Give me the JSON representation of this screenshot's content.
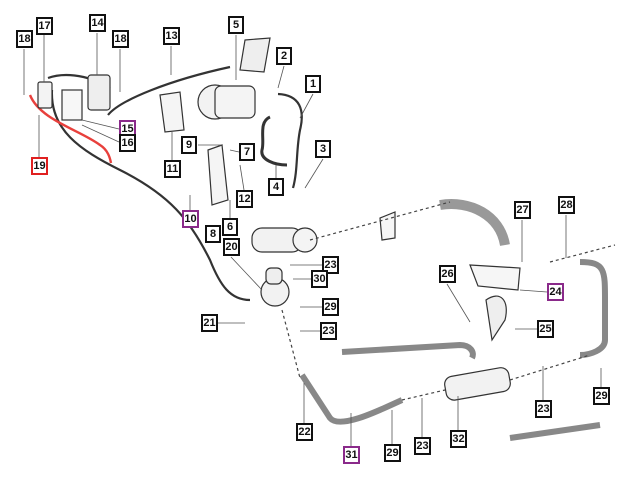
{
  "diagram": {
    "title": "",
    "colors": {
      "default": "#111111",
      "highlight_purple": "#8a2a8a",
      "highlight_red": "#e02020",
      "hose_red": "#e8403c"
    },
    "callouts": [
      {
        "label": "17",
        "style": "default"
      },
      {
        "label": "14",
        "style": "default"
      },
      {
        "label": "18",
        "style": "default"
      },
      {
        "label": "18",
        "style": "default"
      },
      {
        "label": "13",
        "style": "default"
      },
      {
        "label": "5",
        "style": "default"
      },
      {
        "label": "2",
        "style": "default"
      },
      {
        "label": "1",
        "style": "default"
      },
      {
        "label": "15",
        "style": "purple"
      },
      {
        "label": "16",
        "style": "default"
      },
      {
        "label": "19",
        "style": "red"
      },
      {
        "label": "11",
        "style": "default"
      },
      {
        "label": "9",
        "style": "default"
      },
      {
        "label": "7",
        "style": "default"
      },
      {
        "label": "3",
        "style": "default"
      },
      {
        "label": "4",
        "style": "default"
      },
      {
        "label": "12",
        "style": "default"
      },
      {
        "label": "10",
        "style": "purple"
      },
      {
        "label": "8",
        "style": "default"
      },
      {
        "label": "6",
        "style": "default"
      },
      {
        "label": "20",
        "style": "default"
      },
      {
        "label": "23",
        "style": "default"
      },
      {
        "label": "30",
        "style": "default"
      },
      {
        "label": "27",
        "style": "default"
      },
      {
        "label": "28",
        "style": "default"
      },
      {
        "label": "26",
        "style": "default"
      },
      {
        "label": "24",
        "style": "purple"
      },
      {
        "label": "29",
        "style": "default"
      },
      {
        "label": "21",
        "style": "default"
      },
      {
        "label": "23",
        "style": "default"
      },
      {
        "label": "25",
        "style": "default"
      },
      {
        "label": "22",
        "style": "default"
      },
      {
        "label": "31",
        "style": "purple"
      },
      {
        "label": "29",
        "style": "default"
      },
      {
        "label": "23",
        "style": "default"
      },
      {
        "label": "32",
        "style": "default"
      },
      {
        "label": "23",
        "style": "default"
      },
      {
        "label": "29",
        "style": "default"
      }
    ]
  }
}
